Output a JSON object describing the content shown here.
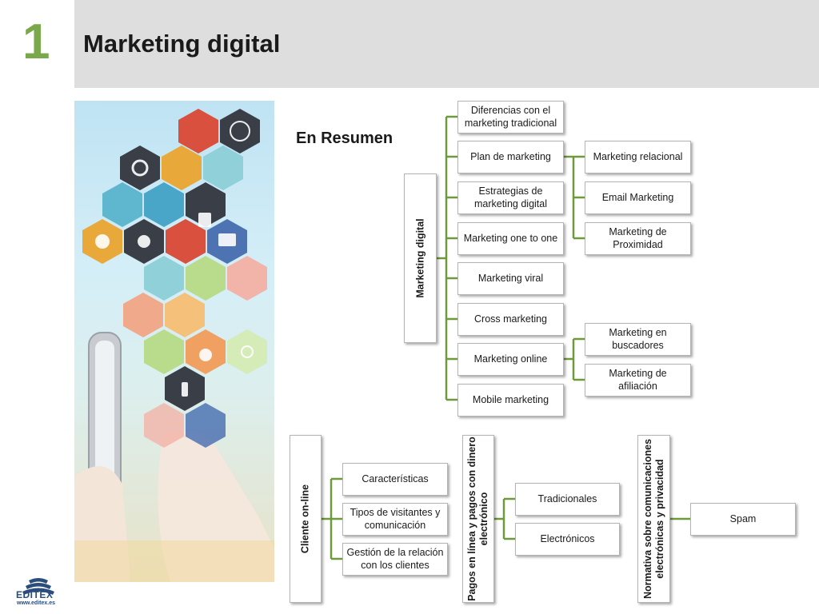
{
  "header": {
    "number": "1",
    "title": "Marketing digital"
  },
  "subtitle": "En Resumen",
  "tree1": {
    "root": "Marketing digital",
    "level1": [
      "Diferencias con el marketing tradicional",
      "Plan de marketing",
      "Estrategias de marketing digital",
      "Marketing one to one",
      "Marketing viral",
      "Cross marketing",
      "Marketing online",
      "Mobile marketing"
    ],
    "plan_children": [
      "Marketing relacional",
      "Email Marketing",
      "Marketing de Proximidad"
    ],
    "online_children": [
      "Marketing en buscadores",
      "Marketing de afiliación"
    ]
  },
  "tree2": {
    "root": "Cliente on-line",
    "children": [
      "Características",
      "Tipos de visitantes y comunicación",
      "Gestión de la relación con los clientes"
    ]
  },
  "tree3": {
    "root": "Pagos en línea y pagos con dinero electrónico",
    "children": [
      "Tradicionales",
      "Electrónicos"
    ]
  },
  "tree4": {
    "root": "Normativa sobre comunicaciones electrónicas y privacidad",
    "children": [
      "Spam"
    ]
  },
  "logo": {
    "name": "EDITEX",
    "url": "www.editex.es"
  },
  "colors": {
    "accent": "#7aa84a",
    "connector": "#6f9a3b",
    "header_band": "#dedede"
  }
}
